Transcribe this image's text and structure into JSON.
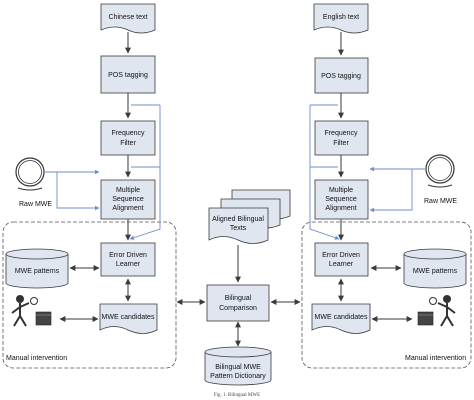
{
  "left": {
    "input": "Chinese text",
    "pos": "POS tagging",
    "freq": [
      "Frequency",
      "Filter"
    ],
    "msa": [
      "Multiple",
      "Sequence",
      "Alignment"
    ],
    "edl": [
      "Error Driven",
      "Learner"
    ],
    "patterns": "MWE patterns",
    "candidates": "MWE candidates",
    "raw": "Raw MWE",
    "manual": "Manual intervention"
  },
  "right": {
    "input": "English text",
    "pos": "POS tagging",
    "freq": [
      "Frequency",
      "Filter"
    ],
    "msa": [
      "Multiple",
      "Sequence",
      "Alignment"
    ],
    "edl": [
      "Error Driven",
      "Learner"
    ],
    "patterns": "MWE patterns",
    "candidates": "MWE candidates",
    "raw": "Raw MWE",
    "manual": "Manual intervention"
  },
  "center": {
    "aligned": [
      "Aligned Bilingual",
      "Texts"
    ],
    "comparison": [
      "Bilingual",
      "Comparison"
    ],
    "dictionary": [
      "Bilingual MWE",
      "Pattern Dictionary"
    ]
  },
  "caption": "Fig. 1. Bilingual MWE"
}
